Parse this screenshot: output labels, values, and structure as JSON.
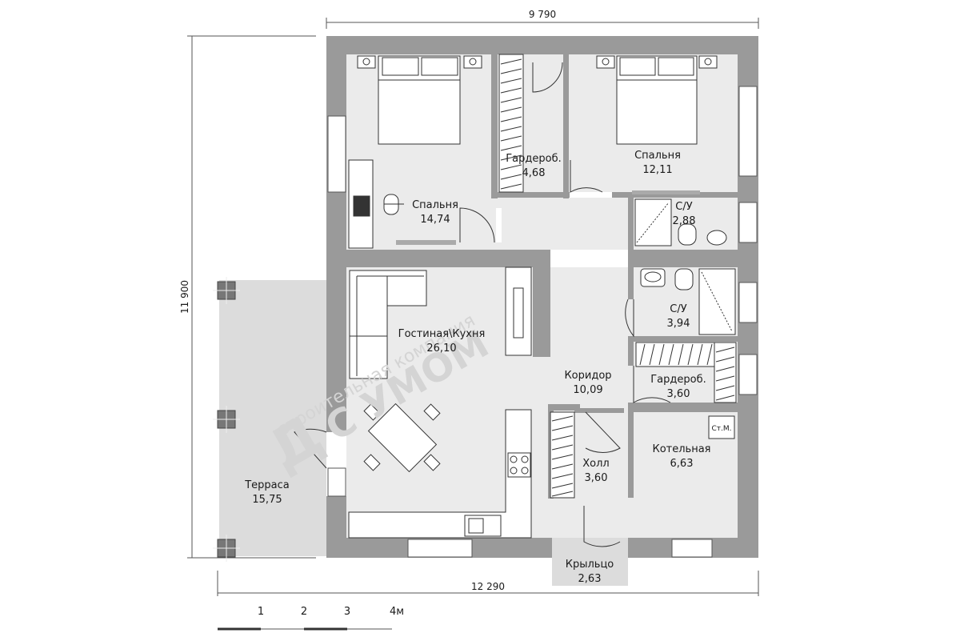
{
  "dimensions": {
    "top_width": "9 790",
    "bottom_width": "12 290",
    "height": "11 900"
  },
  "rooms": [
    {
      "name": "Спальня",
      "area": "14,74"
    },
    {
      "name": "Гардероб.",
      "area": "4,68"
    },
    {
      "name": "Спальня",
      "area": "12,11"
    },
    {
      "name": "С/У",
      "area": "2,88"
    },
    {
      "name": "Гостиная\\Кухня",
      "area": "26,10"
    },
    {
      "name": "С/У",
      "area": "3,94"
    },
    {
      "name": "Коридор",
      "area": "10,09"
    },
    {
      "name": "Гардероб.",
      "area": "3,60"
    },
    {
      "name": "Котельная",
      "area": "6,63"
    },
    {
      "name": "Холл",
      "area": "3,60"
    },
    {
      "name": "Терраса",
      "area": "15,75"
    },
    {
      "name": "Крыльцо",
      "area": "2,63"
    }
  ],
  "boiler_label": "Ст.М.",
  "scale_bar": {
    "labels": [
      "1",
      "2",
      "3",
      "4м"
    ]
  },
  "watermark": {
    "line1": "строительная компания",
    "line2": "С УМОМ"
  }
}
